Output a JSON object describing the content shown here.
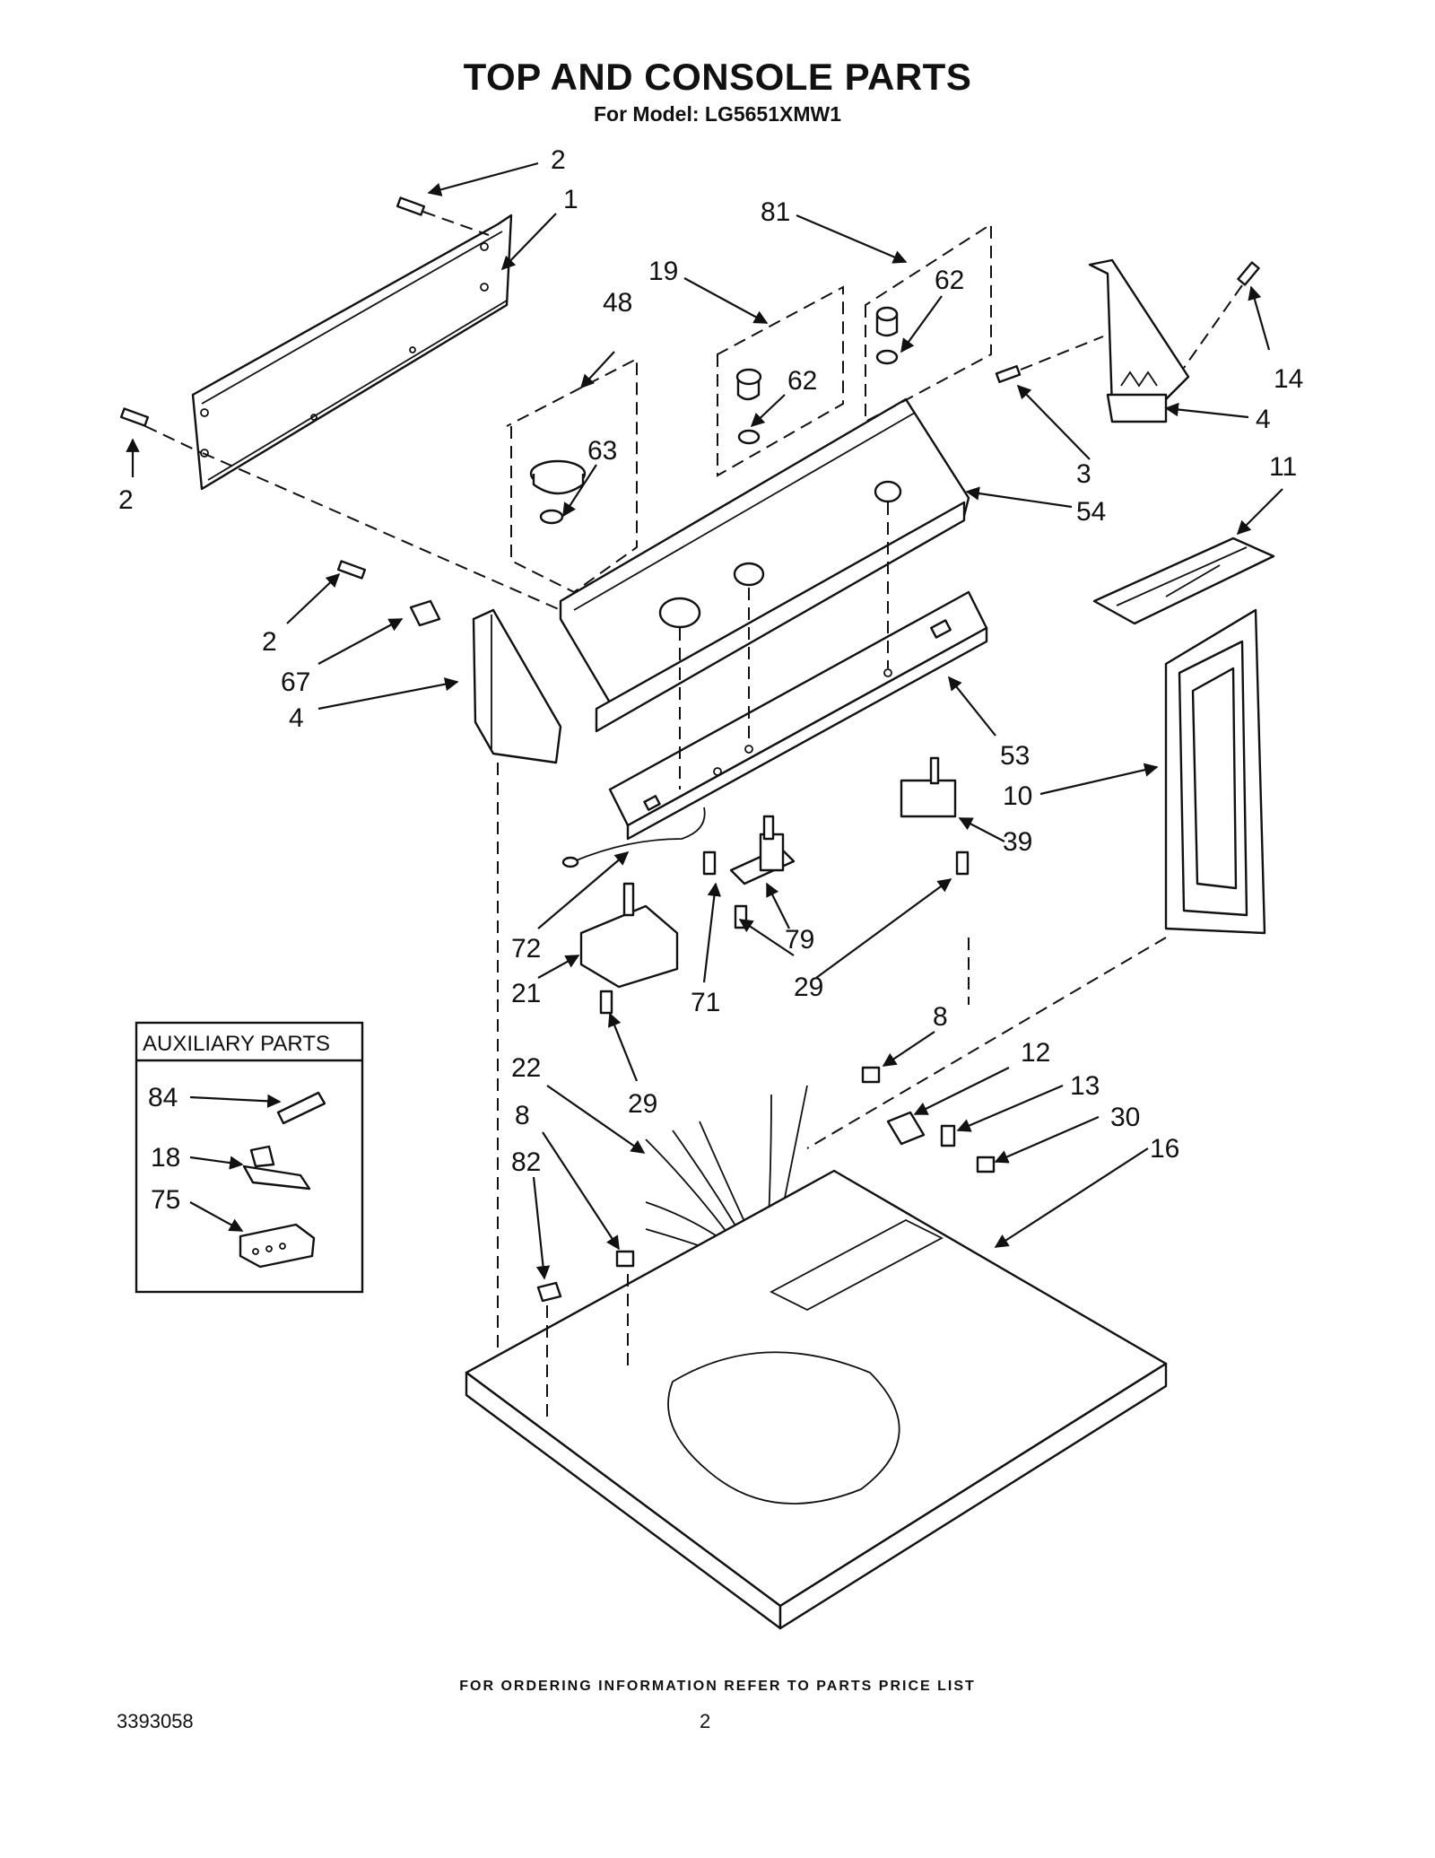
{
  "header": {
    "title": "TOP AND CONSOLE PARTS",
    "subtitle": "For Model: LG5651XMW1"
  },
  "footer": {
    "ordering_note": "FOR ORDERING INFORMATION REFER TO PARTS PRICE LIST",
    "document_number": "3393058",
    "page_number": "2"
  },
  "auxiliary_box": {
    "heading": "AUXILIARY PARTS"
  },
  "callouts": {
    "c2a": "2",
    "c1": "1",
    "c81": "81",
    "c19": "19",
    "c62a": "62",
    "c48": "48",
    "c62b": "62",
    "c63": "63",
    "c14": "14",
    "c4a": "4",
    "c3": "3",
    "c54": "54",
    "c11": "11",
    "c2b": "2",
    "c2c": "2",
    "c67": "67",
    "c4b": "4",
    "c53": "53",
    "c10": "10",
    "c39": "39",
    "c72": "72",
    "c79": "79",
    "c21": "21",
    "c71": "71",
    "c29a": "29",
    "c29b": "29",
    "c8a": "8",
    "c12": "12",
    "c13": "13",
    "c30": "30",
    "c16": "16",
    "c22": "22",
    "c8b": "8",
    "c82": "82",
    "c84": "84",
    "c18": "18",
    "c75": "75"
  }
}
